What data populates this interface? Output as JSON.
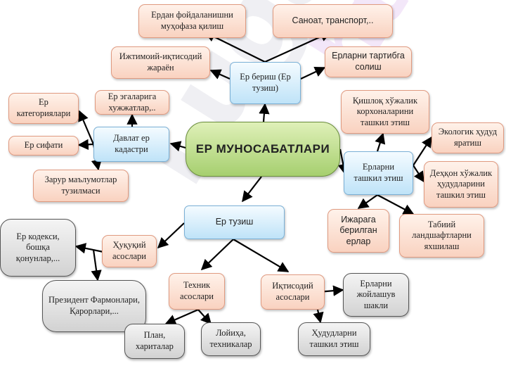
{
  "center": "ЕР МУНОСАБАТЛАРИ",
  "watermark": [
    "Lugat",
    "ht"
  ],
  "nodes": {
    "er_berish": "Ер бериш (Ер тузиш)",
    "erdan_foydalanish": "Ердан фойдаланишни муҳофаза қилиш",
    "sanoat": "Саноат, транспорт,..",
    "ijtimoiy": "Ижтимоий-иқтисодий жараён",
    "erlarni_tartibga": "Ерларни тартибга солиш",
    "davlat_kadastri": "Давлат ер кадастри",
    "er_egalariga": "Ер эгаларига хужжатлар,..",
    "er_kategoriyalari": "Ер категориялари",
    "er_sifati": "Ер сифати",
    "zarur_malumotlar": "Зарур маълумотлар тузилмаси",
    "qishloq": "Қишлоқ хўжалик корхоналарини ташкил этиш",
    "erlarni_tashkil": "Ерларни ташкил этиш",
    "ekologik": "Экологик ҳудуд яратиш",
    "dehqon": "Деҳқон хўжалик ҳудудларини ташкил этиш",
    "ijaraga": "Ижарага берилган ерлар",
    "tabiiy": "Табиий ландшафтларни яхшилаш",
    "er_tuzish": "Ер тузиш",
    "huquqiy": "Ҳуқуқий асослари",
    "er_kodeksi": "Ер кодекси, бошқа қонунлар,...",
    "prezident": "Президент Фармонлари, Қарорлари,...",
    "texnik": "Техник асослари",
    "iqtisodiy": "Иқтисодий асослари",
    "joylashuv": "Ерларни жойлашув шакли",
    "plan": "План, хариталар",
    "loyiha": "Лойиҳа, техникалар",
    "hududlarni": "Ҳудудларни ташкил этиш"
  },
  "colors": {
    "peach": "#f9d2c0",
    "blue": "#bfe3f8",
    "gray": "#d2d2d2",
    "center_green": "#a6cf6f",
    "arrow": "#000000"
  }
}
